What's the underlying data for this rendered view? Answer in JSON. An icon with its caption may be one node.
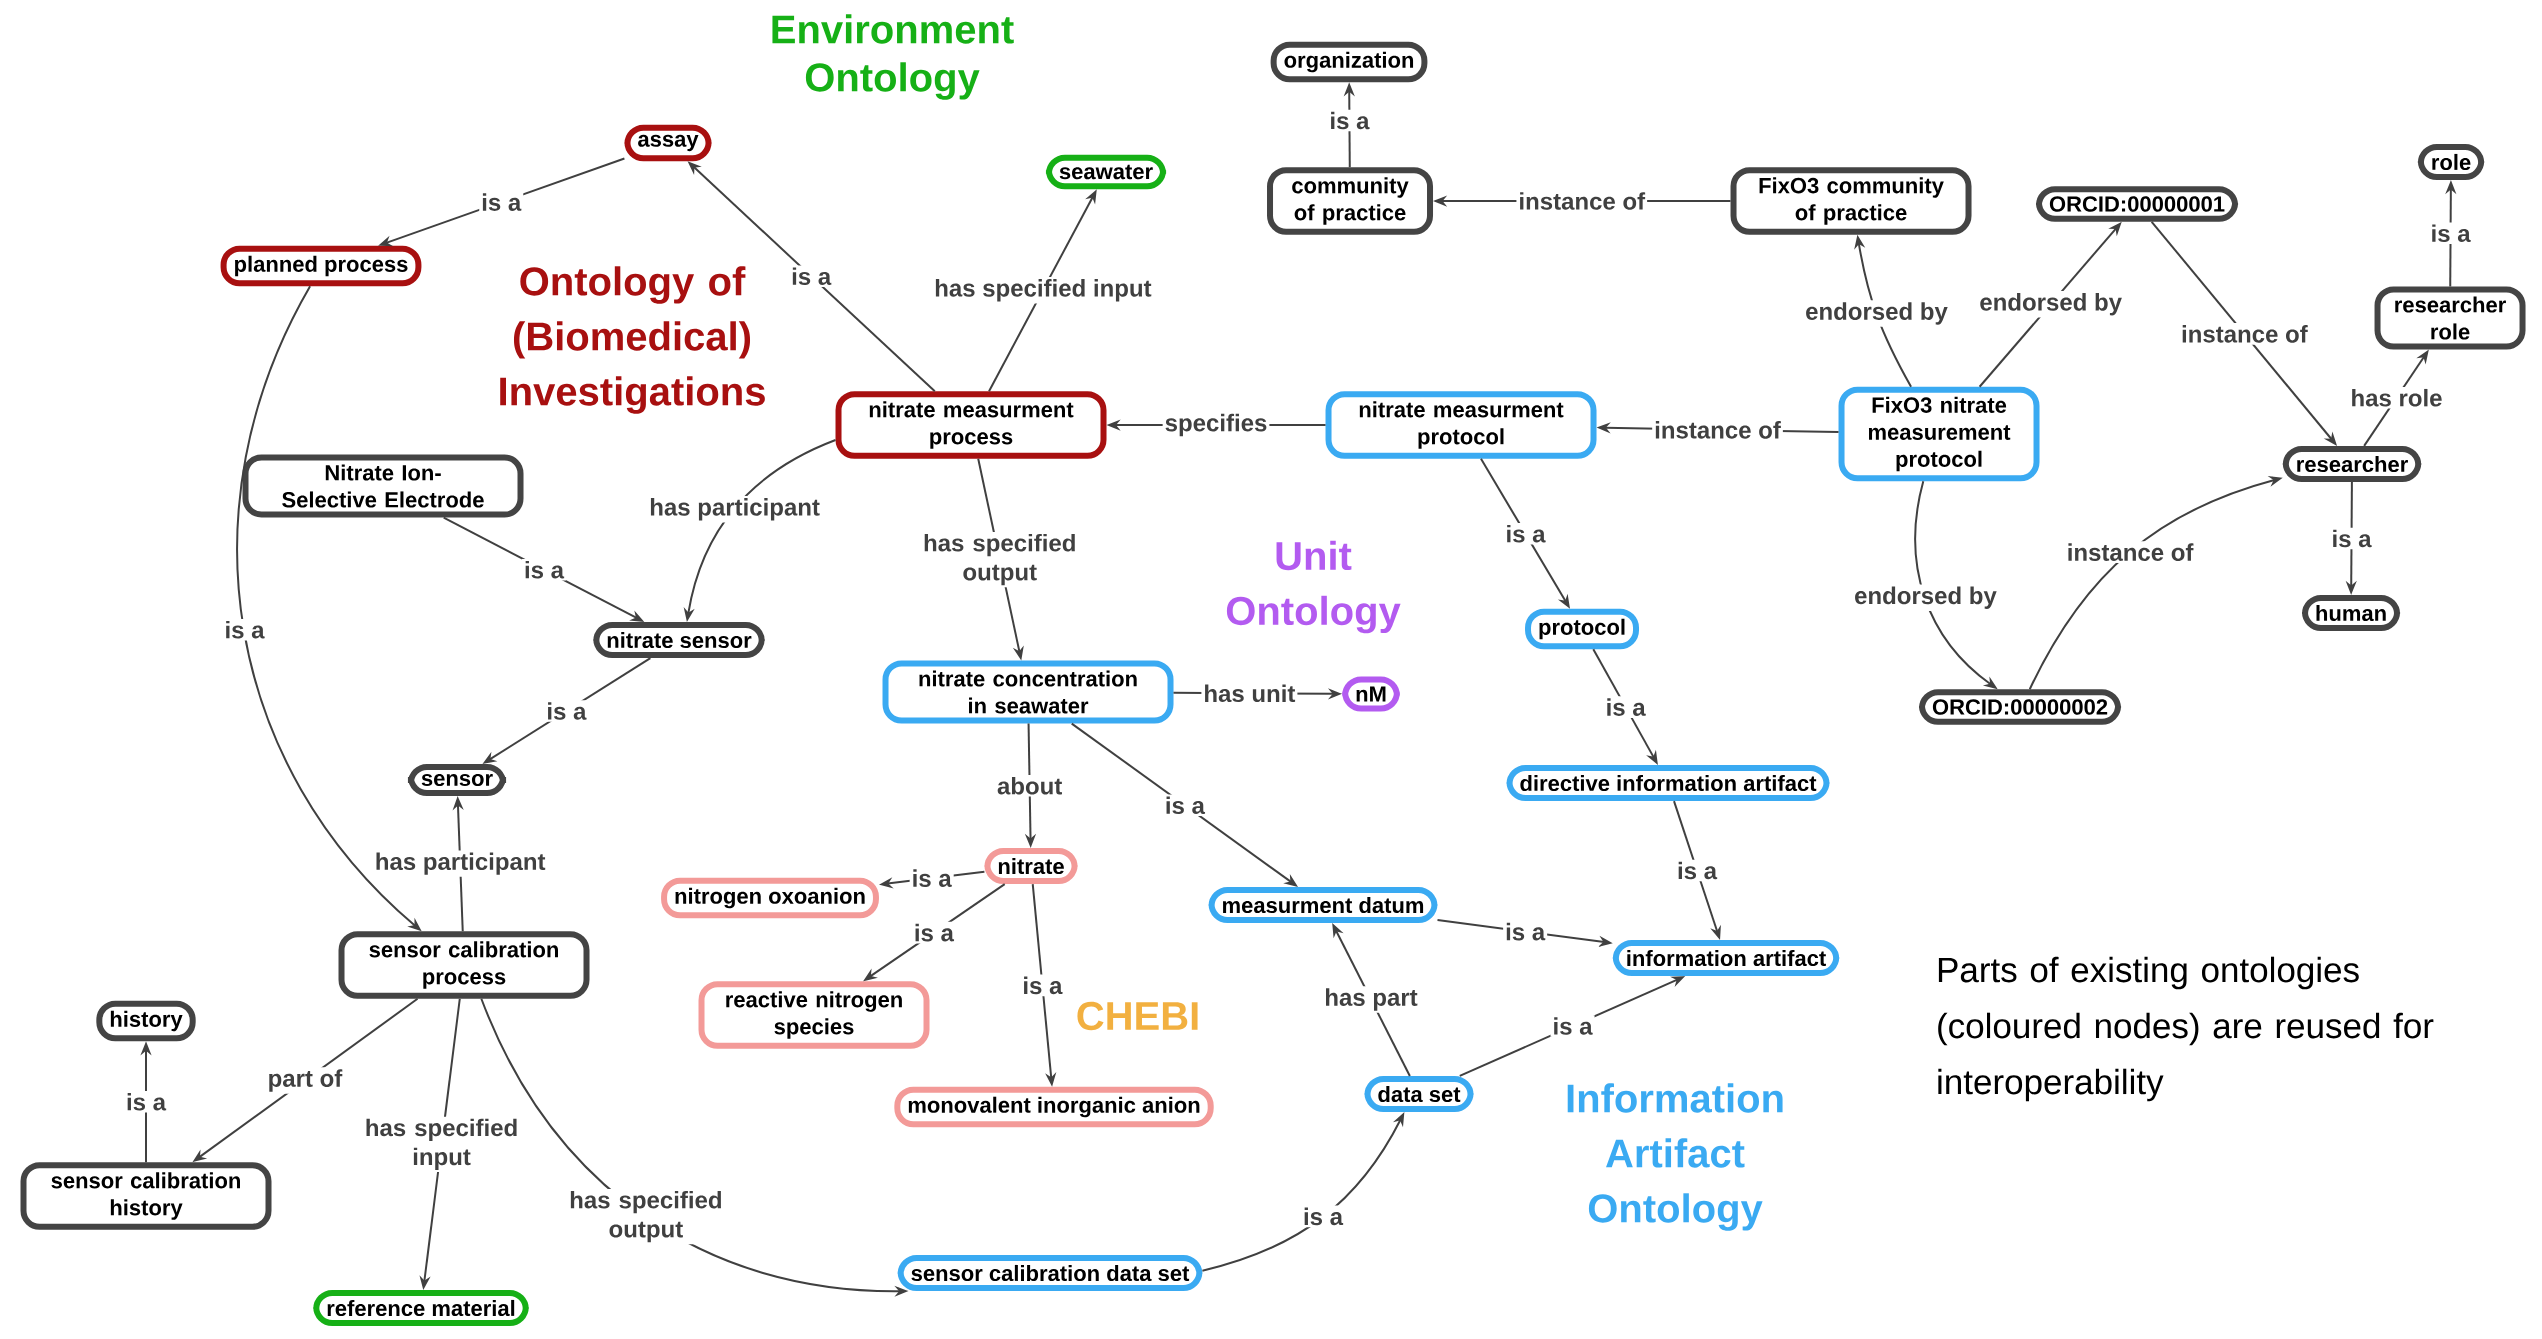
{
  "diagram": {
    "nodes": [
      {
        "text": [
          "organization"
        ]
      },
      {
        "text": [
          "assay"
        ]
      },
      {
        "text": [
          "seawater"
        ]
      },
      {
        "text": [
          "role"
        ]
      },
      {
        "text": [
          "community of practice"
        ]
      },
      {
        "text": [
          "FixO3 community of practice"
        ]
      },
      {
        "text": [
          "ORCID:00000001"
        ]
      },
      {
        "text": [
          "planned process"
        ]
      },
      {
        "text": [
          "researcher role"
        ]
      },
      {
        "text": [
          "nitrate measurment process"
        ]
      },
      {
        "text": [
          "nitrate measurment protocol"
        ]
      },
      {
        "text": [
          "FixO3 nitrate measurement protocol"
        ]
      },
      {
        "text": [
          "Nitrate Ion-Selective Electrode"
        ]
      },
      {
        "text": [
          "researcher"
        ]
      },
      {
        "text": [
          "protocol"
        ]
      },
      {
        "text": [
          "human"
        ]
      },
      {
        "text": [
          "nitrate sensor"
        ]
      },
      {
        "text": [
          "nitrate concentration in seawater"
        ]
      },
      {
        "text": [
          "nM"
        ]
      },
      {
        "text": [
          "ORCID:00000002"
        ]
      },
      {
        "text": [
          "directive information artifact"
        ]
      },
      {
        "text": [
          "sensor"
        ]
      },
      {
        "text": [
          "nitrate"
        ]
      },
      {
        "text": [
          "nitrogen oxoanion"
        ]
      },
      {
        "text": [
          "measurment datum"
        ]
      },
      {
        "text": [
          "information artifact"
        ]
      },
      {
        "text": [
          "sensor calibration process"
        ]
      },
      {
        "text": [
          "reactive nitrogen species"
        ]
      },
      {
        "text": [
          "history"
        ]
      },
      {
        "text": [
          "monovalent inorganic anion"
        ]
      },
      {
        "text": [
          "data set"
        ]
      },
      {
        "text": [
          "sensor calibration history"
        ]
      },
      {
        "text": [
          "reference material"
        ]
      },
      {
        "text": [
          "sensor calibration data set"
        ]
      }
    ],
    "edges": [
      {
        "from": 1,
        "to": 7,
        "arrow": "to",
        "label": "is a"
      },
      {
        "from": 9,
        "to": 1,
        "arrow": "to",
        "label": "is a"
      },
      {
        "from": 9,
        "to": 2,
        "arrow": "to",
        "label": "has specified input"
      },
      {
        "from": 4,
        "to": 0,
        "arrow": "to",
        "label": "is a"
      },
      {
        "from": 5,
        "to": 4,
        "arrow": "to",
        "label": "instance of"
      },
      {
        "from": 11,
        "to": 5,
        "arrow": "to",
        "label": "endorsed by"
      },
      {
        "from": 11,
        "to": 6,
        "arrow": "to",
        "label": "endorsed by"
      },
      {
        "from": 6,
        "to": 13,
        "arrow": "to",
        "label": "instance of"
      },
      {
        "from": 8,
        "to": 3,
        "arrow": "to",
        "label": "is a"
      },
      {
        "from": 13,
        "to": 8,
        "arrow": "to",
        "label": "has role"
      },
      {
        "from": 10,
        "to": 9,
        "arrow": "to",
        "label": "specifies"
      },
      {
        "from": 11,
        "to": 10,
        "arrow": "to",
        "label": "instance of"
      },
      {
        "from": 12,
        "to": 16,
        "arrow": "to",
        "label": "is a"
      },
      {
        "from": 9,
        "to": 16,
        "arrow": "to",
        "label": "has participant"
      },
      {
        "from": 9,
        "to": 17,
        "arrow": "to",
        "label": "has specified output"
      },
      {
        "from": 10,
        "to": 14,
        "arrow": "to",
        "label": "is a"
      },
      {
        "from": 13,
        "to": 15,
        "arrow": "to",
        "label": "is a"
      },
      {
        "from": 11,
        "to": 19,
        "arrow": "to",
        "label": "endorsed by"
      },
      {
        "from": 19,
        "to": 13,
        "arrow": "to",
        "label": "instance of"
      },
      {
        "from": 17,
        "to": 18,
        "arrow": "to",
        "label": "has unit"
      },
      {
        "from": 14,
        "to": 20,
        "arrow": "to",
        "label": "is a"
      },
      {
        "from": 16,
        "to": 21,
        "arrow": "to",
        "label": "is a"
      },
      {
        "from": 7,
        "to": 26,
        "arrow": "to",
        "label": "is a"
      },
      {
        "from": 26,
        "to": 21,
        "arrow": "to",
        "label": "has participant"
      },
      {
        "from": 17,
        "to": 22,
        "arrow": "to",
        "label": "about"
      },
      {
        "from": 17,
        "to": 24,
        "arrow": "to",
        "label": "is a"
      },
      {
        "from": 22,
        "to": 23,
        "arrow": "to",
        "label": "is a"
      },
      {
        "from": 22,
        "to": 27,
        "arrow": "to",
        "label": "is a"
      },
      {
        "from": 22,
        "to": 29,
        "arrow": "to",
        "label": "is a"
      },
      {
        "from": 20,
        "to": 25,
        "arrow": "to",
        "label": "is a"
      },
      {
        "from": 24,
        "to": 25,
        "arrow": "to",
        "label": "is a"
      },
      {
        "from": 30,
        "to": 24,
        "arrow": "to",
        "label": "has part"
      },
      {
        "from": 30,
        "to": 25,
        "arrow": "to",
        "label": "is a"
      },
      {
        "from": 31,
        "to": 28,
        "arrow": "to",
        "label": "is a"
      },
      {
        "from": 26,
        "to": 31,
        "arrow": "to",
        "label": "part of"
      },
      {
        "from": 26,
        "to": 32,
        "arrow": "to",
        "label": "has specified input"
      },
      {
        "from": 26,
        "to": 33,
        "arrow": "to",
        "label": "has specified output"
      },
      {
        "from": 33,
        "to": 30,
        "arrow": "to",
        "label": "is a"
      }
    ],
    "labels": [
      "Environment Ontology",
      "Ontology of (Biomedical) Investigations",
      "Unit Ontology",
      "CHEBI",
      "Information Artifact Ontology",
      "Parts of existing ontologies (coloured nodes) are reused for interoperability"
    ]
  }
}
